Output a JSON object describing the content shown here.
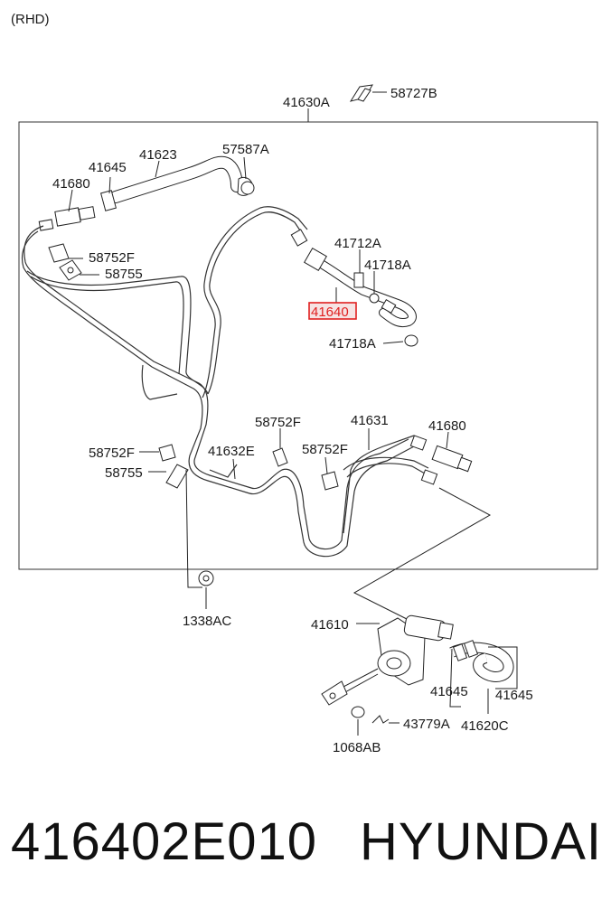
{
  "diagram": {
    "variant_note": "(RHD)",
    "highlighted_part": "41640",
    "labels": {
      "l41630A": "41630A",
      "l58727B": "58727B",
      "l41623": "41623",
      "l57587A": "57587A",
      "l41645_top": "41645",
      "l41680_top": "41680",
      "l58752F_a": "58752F",
      "l58755_a": "58755",
      "l41712A": "41712A",
      "l41718A_a": "41718A",
      "l41640": "41640",
      "l41718A_b": "41718A",
      "l58752F_b": "58752F",
      "l41631": "41631",
      "l41680_mid": "41680",
      "l58752F_c": "58752F",
      "l41632E": "41632E",
      "l58752F_d": "58752F",
      "l58755_b": "58755",
      "l1338AC": "1338AC",
      "l41610": "41610",
      "l41645_b": "41645",
      "l41645_c": "41645",
      "l43779A": "43779A",
      "l41620C": "41620C",
      "l1068AB": "1068AB"
    }
  },
  "footer": {
    "part_number": "416402E010",
    "brand": "HYUNDAI"
  }
}
